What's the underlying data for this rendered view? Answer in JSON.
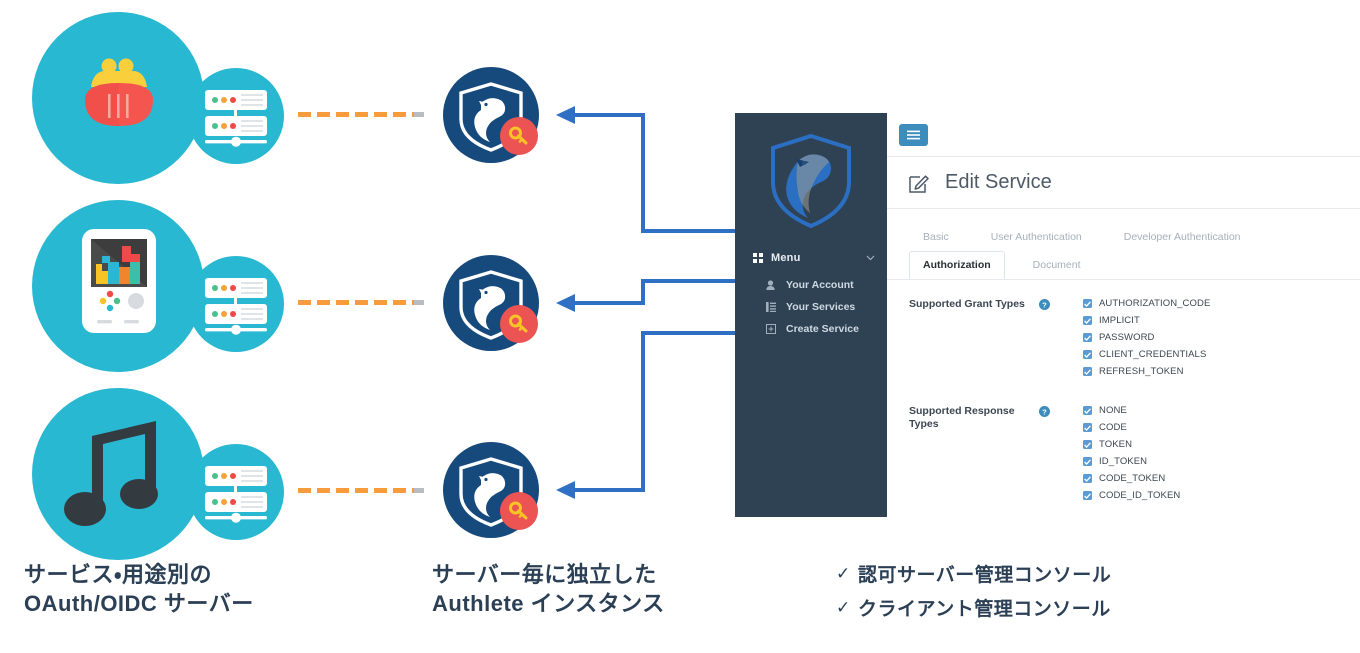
{
  "diagram": {
    "rows": [
      {
        "app_icon": "wallet-icon",
        "server_icon": "server-rack-icon",
        "badge_icon": "authlete-shield-key-icon"
      },
      {
        "app_icon": "handheld-game-console-icon",
        "server_icon": "server-rack-icon",
        "badge_icon": "authlete-shield-key-icon"
      },
      {
        "app_icon": "music-note-icon",
        "server_icon": "server-rack-icon",
        "badge_icon": "authlete-shield-key-icon"
      }
    ],
    "colors": {
      "app_circle": "#29b8d2",
      "badge_circle": "#174a7c",
      "key_dot": "#ec5353",
      "key_glyph": "#f7c325",
      "dashed_line": "#f89b3c",
      "dashed_tail": "#b9bcc0",
      "connector_line": "#2f6fc4",
      "console_sidebar": "#2f4254",
      "accent_button": "#3c8dbc",
      "checkbox": "#5b9bd5"
    }
  },
  "captions": {
    "left": {
      "line1": "サービス・用途別の",
      "line2": "OAuth/OIDC サーバー"
    },
    "middle": {
      "line1": "サーバー毎に独立した",
      "line2": "Authlete インスタンス"
    },
    "right": {
      "check_mark": "✓",
      "items": [
        "認可サーバー管理コンソール",
        "クライアント管理コンソール"
      ]
    }
  },
  "console": {
    "sidebar": {
      "logo_icon": "authlete-eagle-shield-logo",
      "menu": {
        "icon": "grid-icon",
        "label": "Menu",
        "chevron": "chevron-down-icon"
      },
      "items": [
        {
          "icon": "user-icon",
          "label": "Your Account"
        },
        {
          "icon": "list-icon",
          "label": "Your Services"
        },
        {
          "icon": "plus-square-icon",
          "label": "Create Service"
        }
      ]
    },
    "topbar": {
      "menu_toggle_icon": "hamburger-icon"
    },
    "page": {
      "icon": "pencil-square-icon",
      "title": "Edit Service"
    },
    "tabs": [
      {
        "label": "Basic",
        "active": false
      },
      {
        "label": "User Authentication",
        "active": false
      },
      {
        "label": "Developer Authentication",
        "active": false
      },
      {
        "label": "Authorization",
        "active": true
      },
      {
        "label": "Document",
        "active": false
      }
    ],
    "form": {
      "groups": [
        {
          "label": "Supported Grant Types",
          "help_icon": "help-circle-icon",
          "options": [
            {
              "label": "AUTHORIZATION_CODE",
              "checked": true
            },
            {
              "label": "IMPLICIT",
              "checked": true
            },
            {
              "label": "PASSWORD",
              "checked": true
            },
            {
              "label": "CLIENT_CREDENTIALS",
              "checked": true
            },
            {
              "label": "REFRESH_TOKEN",
              "checked": true
            }
          ]
        },
        {
          "label": "Supported Response Types",
          "help_icon": "help-circle-icon",
          "options": [
            {
              "label": "NONE",
              "checked": true
            },
            {
              "label": "CODE",
              "checked": true
            },
            {
              "label": "TOKEN",
              "checked": true
            },
            {
              "label": "ID_TOKEN",
              "checked": true
            },
            {
              "label": "CODE_TOKEN",
              "checked": true
            },
            {
              "label": "CODE_ID_TOKEN",
              "checked": true
            }
          ]
        }
      ]
    }
  }
}
